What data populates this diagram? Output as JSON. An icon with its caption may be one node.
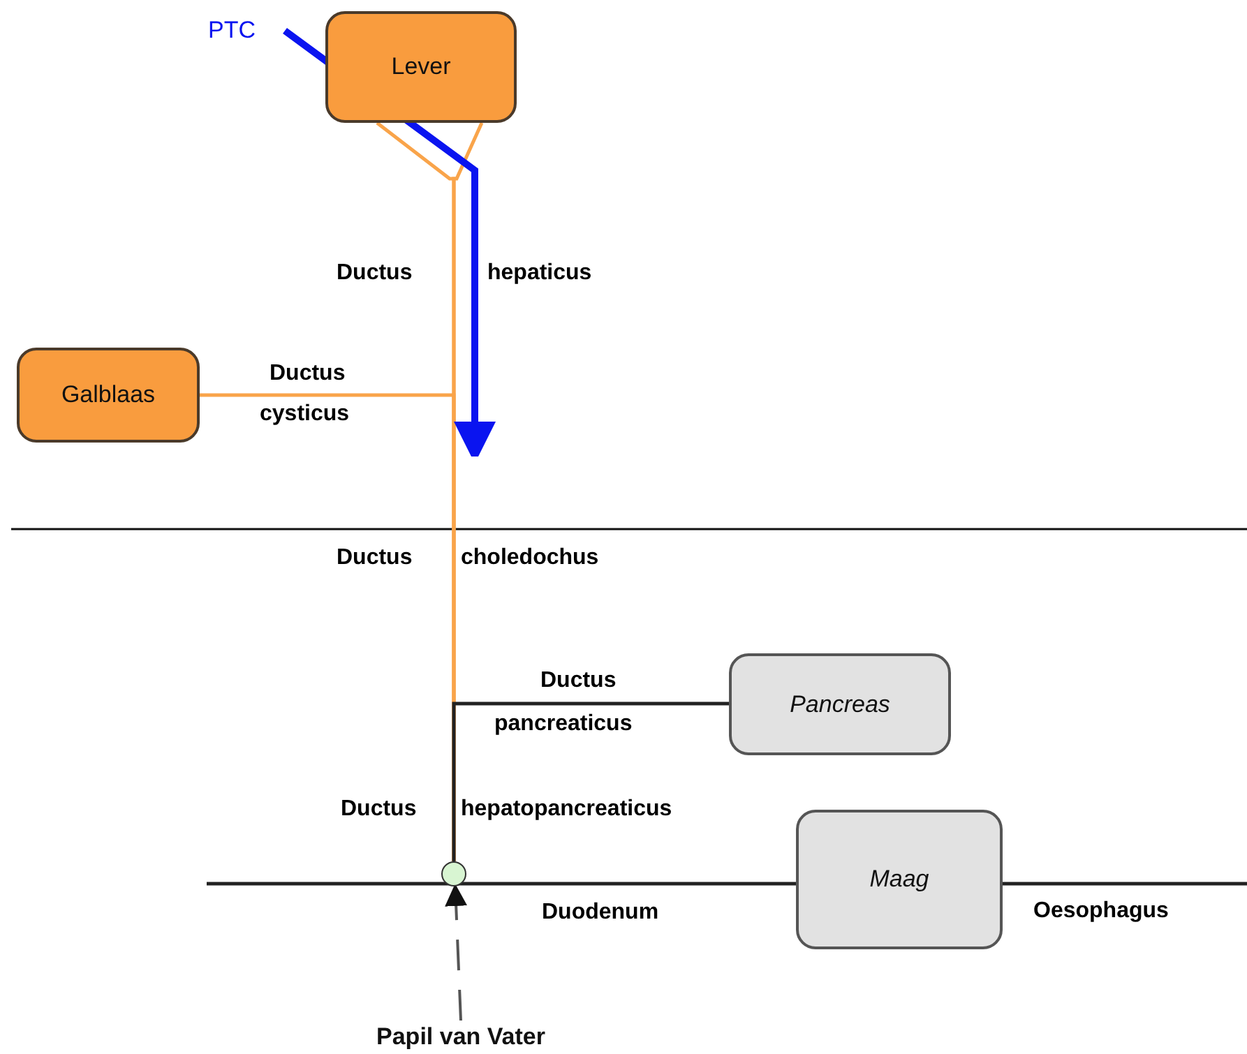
{
  "diagram": {
    "nodes": [
      {
        "text": [
          "Lever"
        ]
      },
      {
        "text": [
          "Galblaas"
        ]
      },
      {
        "text": [
          "Pancreas"
        ]
      },
      {
        "text": [
          "Maag"
        ]
      },
      {
        "text": [
          "PTC"
        ]
      },
      {
        "text": [],
        "shape": "circle"
      },
      {
        "text": [
          "Papil van Vater"
        ]
      }
    ],
    "edges": [
      {
        "from": 0,
        "to": 5,
        "arrow": "none",
        "color": "#f9a44a"
      },
      {
        "from": 0,
        "to": 5,
        "arrow": "none",
        "color": "#f9a44a"
      },
      {
        "from": 1,
        "to": 5,
        "arrow": "none",
        "color": "#f9a44a"
      },
      {
        "from": 2,
        "to": 5,
        "arrow": "none",
        "color": "#222222"
      },
      {
        "from": null,
        "to": 3,
        "arrow": "none",
        "color": "#222222"
      },
      {
        "from": 3,
        "to": null,
        "arrow": "none",
        "color": "#222222"
      },
      {
        "from": 4,
        "to": null,
        "arrow": "to",
        "style": "thick",
        "color": "#0a14f0"
      },
      {
        "from": 6,
        "to": 5,
        "arrow": "to",
        "style": "dashed",
        "color": "#555555"
      }
    ],
    "labels": [
      "Ductus",
      "hepaticus",
      "Ductus",
      "cysticus",
      "Ductus",
      "choledochus",
      "Ductus",
      "pancreaticus",
      "Ductus",
      "hepatopancreaticus",
      "Duodenum",
      "Oesophagus"
    ]
  }
}
